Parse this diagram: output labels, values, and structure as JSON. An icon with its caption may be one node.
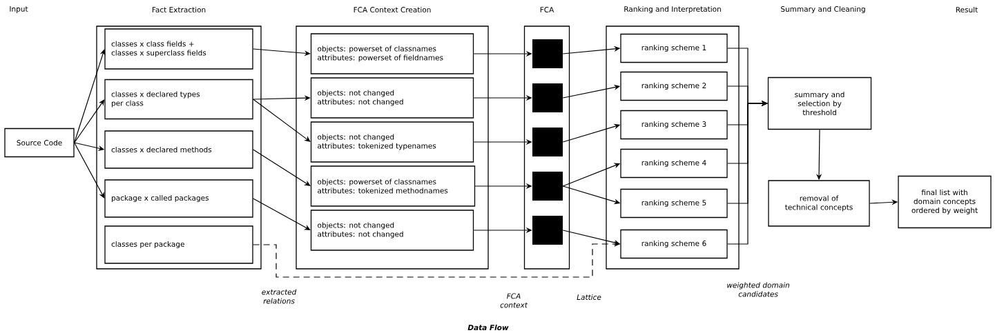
{
  "diagram": {
    "caption": "Data Flow",
    "nodes": [
      {
        "text": [
          "Source Code"
        ]
      },
      {
        "text": [
          "Fact Extraction"
        ]
      },
      {
        "text": [
          "classes x class fields + classes x superclass fields"
        ],
        "in": 1
      },
      {
        "text": [
          "classes x declared types per class"
        ],
        "in": 1
      },
      {
        "text": [
          "classes x declared methods"
        ],
        "in": 1
      },
      {
        "text": [
          "package x called packages"
        ],
        "in": 1
      },
      {
        "text": [
          "classes per package"
        ],
        "in": 1
      },
      {
        "text": [
          "FCA Context Creation"
        ]
      },
      {
        "text": [
          "objects: powerset of classnames",
          "attributes: powerset of fieldnames"
        ],
        "in": 7
      },
      {
        "text": [
          "objects: not changed",
          "attributes: not changed"
        ],
        "in": 7
      },
      {
        "text": [
          "objects: not changed",
          "attributes: tokenized typenames"
        ],
        "in": 7
      },
      {
        "text": [
          "objects: powerset of classnames",
          "attributes: tokenized methodnames"
        ],
        "in": 7
      },
      {
        "text": [
          "objects: not changed",
          "attributes: not changed"
        ],
        "in": 7
      },
      {
        "text": [
          "FCA"
        ]
      },
      {
        "text": [],
        "shape": "box",
        "in": 13
      },
      {
        "text": [],
        "shape": "box",
        "in": 13
      },
      {
        "text": [],
        "shape": "box",
        "in": 13
      },
      {
        "text": [],
        "shape": "box",
        "in": 13
      },
      {
        "text": [],
        "shape": "box",
        "in": 13
      },
      {
        "text": [
          "Ranking and Interpretation"
        ]
      },
      {
        "text": [
          "ranking scheme 1"
        ],
        "in": 19
      },
      {
        "text": [
          "ranking scheme 2"
        ],
        "in": 19
      },
      {
        "text": [
          "ranking scheme 3"
        ],
        "in": 19
      },
      {
        "text": [
          "ranking scheme 4"
        ],
        "in": 19
      },
      {
        "text": [
          "ranking scheme 5"
        ],
        "in": 19
      },
      {
        "text": [
          "ranking scheme 6"
        ],
        "in": 19
      },
      {
        "text": [
          "summary and selection by threshold"
        ]
      },
      {
        "text": [
          "removal of technical concepts"
        ]
      },
      {
        "text": [
          "final list with domain concepts ordered by weight"
        ]
      }
    ],
    "edges": [
      {
        "from": 0,
        "to": 2,
        "arrow": "to"
      },
      {
        "from": 0,
        "to": 3,
        "arrow": "to"
      },
      {
        "from": 0,
        "to": 4,
        "arrow": "to"
      },
      {
        "from": 0,
        "to": 5,
        "arrow": "to"
      },
      {
        "from": 2,
        "to": 8,
        "arrow": "to"
      },
      {
        "from": 3,
        "to": 9,
        "arrow": "to"
      },
      {
        "from": 3,
        "to": 10,
        "arrow": "to"
      },
      {
        "from": 4,
        "to": 11,
        "arrow": "to"
      },
      {
        "from": 5,
        "to": 12,
        "arrow": "to"
      },
      {
        "from": 8,
        "to": 14,
        "arrow": "to"
      },
      {
        "from": 9,
        "to": 15,
        "arrow": "to"
      },
      {
        "from": 10,
        "to": 16,
        "arrow": "to"
      },
      {
        "from": 11,
        "to": 17,
        "arrow": "to"
      },
      {
        "from": 12,
        "to": 18,
        "arrow": "to"
      },
      {
        "from": 14,
        "to": 20,
        "arrow": "to"
      },
      {
        "from": 15,
        "to": 21,
        "arrow": "to"
      },
      {
        "from": 16,
        "to": 22,
        "arrow": "to"
      },
      {
        "from": 17,
        "to": 23,
        "arrow": "to"
      },
      {
        "from": 17,
        "to": 24,
        "arrow": "to"
      },
      {
        "from": 18,
        "to": 25,
        "arrow": "to"
      },
      {
        "from": 20,
        "to": 26,
        "arrow": "to"
      },
      {
        "from": 21,
        "to": 26,
        "arrow": "to"
      },
      {
        "from": 22,
        "to": 26,
        "arrow": "to"
      },
      {
        "from": 23,
        "to": 26,
        "arrow": "to"
      },
      {
        "from": 24,
        "to": 26,
        "arrow": "to"
      },
      {
        "from": 25,
        "to": 26,
        "arrow": "to"
      },
      {
        "from": 26,
        "to": 27,
        "arrow": "to"
      },
      {
        "from": 27,
        "to": 28,
        "arrow": "to"
      },
      {
        "from": 6,
        "to": 25,
        "arrow": "to",
        "style": "dashed"
      }
    ],
    "labels": [
      "Input",
      "Summary and Cleaning",
      "Result",
      "extracted relations",
      "FCA context",
      "Lattice",
      "weighted domain candidates"
    ]
  }
}
